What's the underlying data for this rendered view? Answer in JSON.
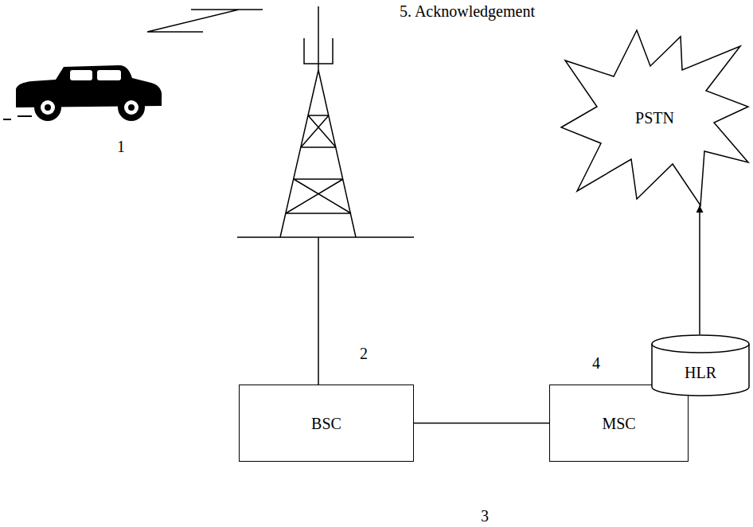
{
  "diagram": {
    "nodes": [
      {
        "text": [
          "PSTN"
        ]
      },
      {
        "text": [
          "HLR"
        ]
      },
      {
        "text": [
          "BSC"
        ]
      },
      {
        "text": [
          "MSC"
        ]
      }
    ],
    "edges": [
      {
        "from": 2,
        "to": 3,
        "arrow": "none"
      },
      {
        "from": 1,
        "to": 0,
        "arrow": "to"
      }
    ],
    "labels": [
      "5. Acknowledgement",
      "1",
      "2",
      "4",
      "3"
    ]
  }
}
